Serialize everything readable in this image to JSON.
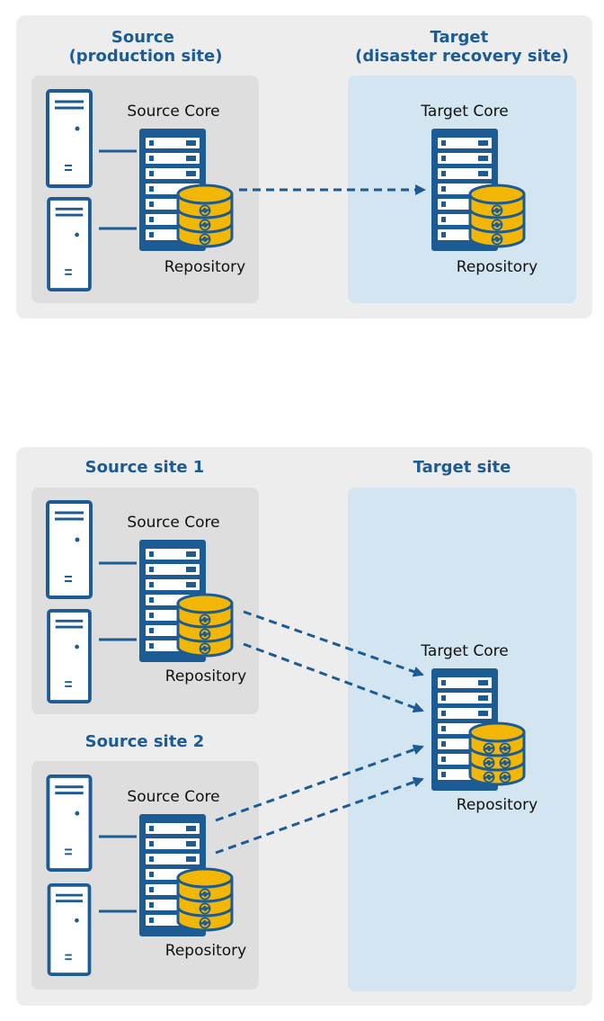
{
  "colors": {
    "panel_bg": "#ededed",
    "site_bg": "#dedede",
    "target_bg": "#d2e5f1",
    "heading": "#1c5b94",
    "server_blue": "#1c5b94",
    "repository_gold": "#f2b705",
    "connector": "#1c5b94"
  },
  "diagram1": {
    "source_heading": [
      "Source",
      "(production site)"
    ],
    "target_heading": [
      "Target",
      "(disaster recovery site)"
    ],
    "source_core_label": "Source Core",
    "source_repo_label": "Repository",
    "target_core_label": "Target Core",
    "target_repo_label": "Repository"
  },
  "diagram2": {
    "site1_heading": "Source site 1",
    "site2_heading": "Source site 2",
    "target_heading": "Target site",
    "site1_core_label": "Source Core",
    "site1_repo_label": "Repository",
    "site2_core_label": "Source Core",
    "site2_repo_label": "Repository",
    "target_core_label": "Target Core",
    "target_repo_label": "Repository"
  }
}
